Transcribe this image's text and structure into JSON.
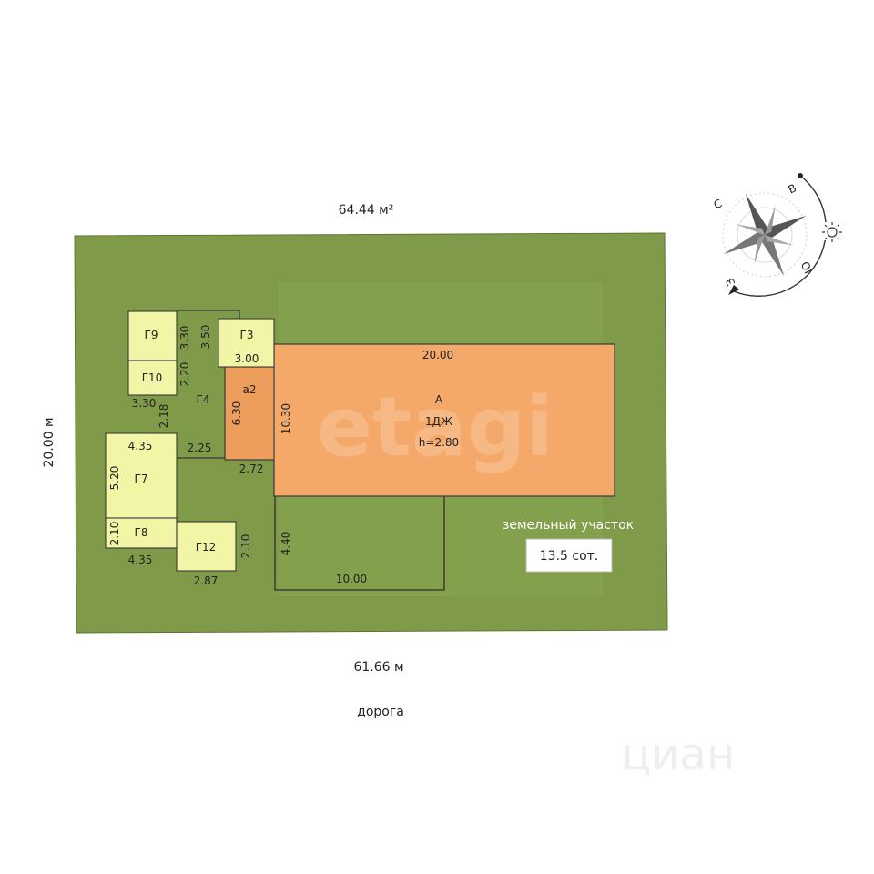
{
  "plot": {
    "top_dimension": "64.44 м²",
    "bottom_dimension": "61.66 м",
    "side_dimension": "20.00 м",
    "road_label": "дорога",
    "area_title": "земельный участок",
    "area_value": "13.5 сот."
  },
  "house": {
    "letter": "А",
    "code": "1ДЖ",
    "height": "h=2.80",
    "width_label": "20.00",
    "height_label": "10.30"
  },
  "annex_a2": {
    "name": "а2",
    "height_label": "6.30",
    "width_label": "2.72"
  },
  "yard_below": {
    "height_label": "4.40",
    "width_label": "10.00"
  },
  "buildings": {
    "g3": {
      "name": "Г3",
      "width": "3.00",
      "height": "3.50"
    },
    "g4": {
      "name": "Г4",
      "h1": "3.30",
      "h2": "2.20",
      "d1": "2.18",
      "w1": "2.25"
    },
    "g7": {
      "name": "Г7",
      "width": "4.35",
      "height": "5.20"
    },
    "g8": {
      "name": "Г8",
      "width": "4.35",
      "height": "2.10"
    },
    "g9": {
      "name": "Г9"
    },
    "g10": {
      "name": "Г10",
      "width": "3.30"
    },
    "g12": {
      "name": "Г12",
      "width": "2.87",
      "height": "2.10"
    }
  },
  "compass": {
    "north": "С",
    "east": "В",
    "south": "Ю",
    "west": "З"
  },
  "watermarks": {
    "main": "etagi",
    "corner": "циан"
  },
  "colors": {
    "plot_fill": "#7f9a48",
    "plot_inner": "#83a04c",
    "house_fill": "#f4a96a",
    "annex_fill": "#ee9e5c",
    "building_fill": "#f3f5a6",
    "outline": "#3a3a3a"
  }
}
